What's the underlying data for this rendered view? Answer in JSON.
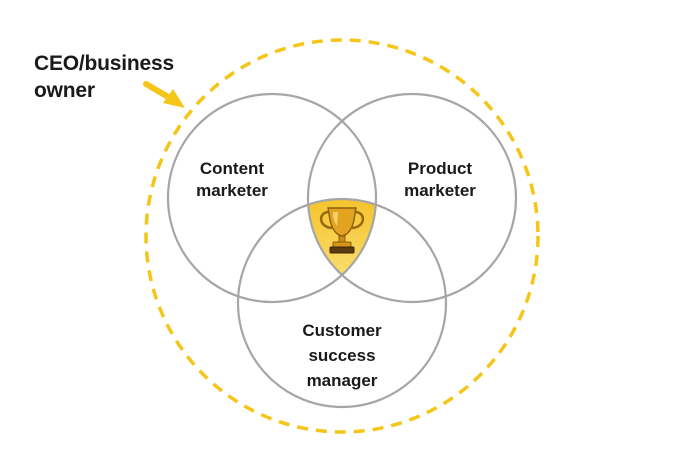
{
  "diagram": {
    "outer_group": {
      "label_lines": [
        "CEO/business",
        "owner"
      ],
      "border_color": "#f5c518",
      "border_style": "dashed"
    },
    "circles": [
      {
        "id": "content",
        "label_lines": [
          "Content",
          "marketer"
        ]
      },
      {
        "id": "product",
        "label_lines": [
          "Product",
          "marketer"
        ]
      },
      {
        "id": "customer",
        "label_lines": [
          "Customer",
          "success",
          "manager"
        ]
      }
    ],
    "center": {
      "icon": "trophy-icon",
      "fill_color": "#f5c518"
    },
    "pointer": {
      "icon": "arrow-icon",
      "color": "#f5c518"
    },
    "circle_stroke_color": "#a6a6a6"
  }
}
